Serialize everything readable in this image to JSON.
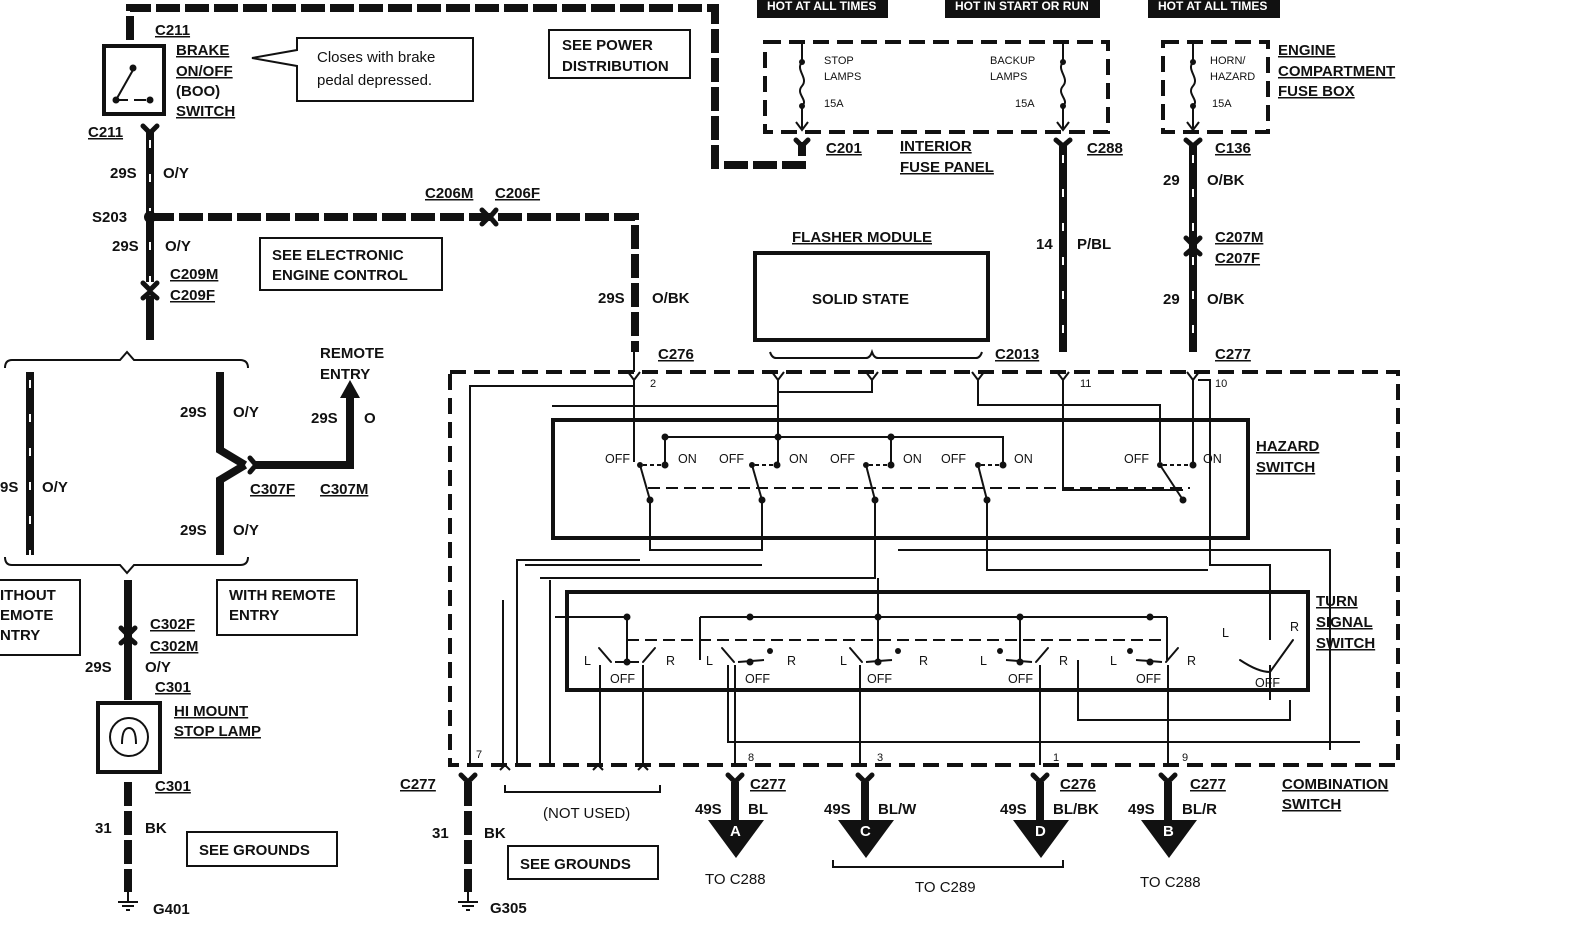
{
  "power_banners": [
    "HOT AT ALL TIMES",
    "HOT IN START OR RUN",
    "HOT AT ALL TIMES"
  ],
  "fuses": [
    {
      "line1": "STOP",
      "line2": "LAMPS",
      "rating": "15A"
    },
    {
      "line1": "BACKUP",
      "line2": "LAMPS",
      "rating": "15A"
    },
    {
      "line1": "HORN/",
      "line2": "HAZARD",
      "rating": "15A"
    }
  ],
  "panels": {
    "interior": [
      "INTERIOR",
      "FUSE PANEL"
    ],
    "engine": [
      "ENGINE",
      "COMPARTMENT",
      "FUSE BOX"
    ],
    "see_power": [
      "SEE POWER",
      "DISTRIBUTION"
    ],
    "see_eec": [
      "SEE ELECTRONIC",
      "ENGINE CONTROL"
    ],
    "flasher": {
      "title": "FLASHER MODULE",
      "body": "SOLID STATE"
    },
    "hazard": [
      "HAZARD",
      "SWITCH"
    ],
    "turn": [
      "TURN",
      "SIGNAL",
      "SWITCH"
    ],
    "combination": [
      "COMBINATION",
      "SWITCH"
    ],
    "brake_switch": [
      "BRAKE",
      "ON/OFF",
      "(BOO)",
      "SWITCH"
    ],
    "callout": [
      "Closes with brake",
      "pedal depressed."
    ],
    "remote_entry": [
      "REMOTE",
      "ENTRY"
    ],
    "without_remote": [
      "ITHOUT",
      "EMOTE",
      "NTRY"
    ],
    "with_remote": [
      "WITH REMOTE",
      "ENTRY"
    ],
    "hi_mount": [
      "HI MOUNT",
      "STOP LAMP"
    ],
    "see_grounds": "SEE GROUNDS",
    "not_used": "(NOT USED)"
  },
  "connectors": {
    "c211": "C211",
    "c201": "C201",
    "c288": "C288",
    "c136": "C136",
    "s203": "S203",
    "c206m": "C206M",
    "c206f": "C206F",
    "c209m": "C209M",
    "c209f": "C209F",
    "c207m": "C207M",
    "c207f": "C207F",
    "c276": "C276",
    "c2013": "C2013",
    "c277": "C277",
    "c307f": "C307F",
    "c307m": "C307M",
    "c302f": "C302F",
    "c302m": "C302M",
    "c301": "C301",
    "g401": "G401",
    "g305": "G305"
  },
  "wires": {
    "circuit_29s": "29S",
    "circuit_29": "29",
    "circuit_14": "14",
    "circuit_31": "31",
    "circuit_49s": "49S",
    "oy": "O/Y",
    "obk": "O/BK",
    "pbl": "P/BL",
    "o": "O",
    "bk": "BK",
    "bl": "BL",
    "blw": "BL/W",
    "blbk": "BL/BK",
    "blr": "BL/R",
    "partial_9s": "9S"
  },
  "pins": [
    "2",
    "11",
    "10",
    "7",
    "8",
    "3",
    "1",
    "9"
  ],
  "switch_labels": {
    "off": "OFF",
    "on": "ON",
    "left": "L",
    "right": "R"
  },
  "outputs": [
    {
      "letter": "A",
      "to": "TO C288"
    },
    {
      "letter": "C",
      "to": "TO C289"
    },
    {
      "letter": "D"
    },
    {
      "letter": "B",
      "to": "TO C288"
    }
  ]
}
